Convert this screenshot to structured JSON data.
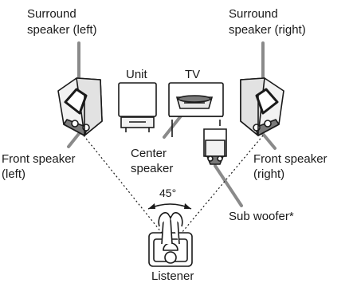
{
  "labels": {
    "surround_left": [
      "Surround",
      "speaker (left)"
    ],
    "surround_right": [
      "Surround",
      "speaker (right)"
    ],
    "unit": "Unit",
    "tv": "TV",
    "center": [
      "Center",
      "speaker"
    ],
    "front_left": [
      "Front speaker",
      "(left)"
    ],
    "front_right": [
      "Front speaker",
      "(right)"
    ],
    "subwoofer": "Sub woofer*",
    "angle": "45°",
    "listener": "Listener"
  },
  "icons": {
    "speaker": "speaker-icon",
    "unit": "av-unit-icon",
    "tv": "tv-icon",
    "subwoofer": "subwoofer-icon",
    "listener": "listener-icon"
  },
  "colors": {
    "line": "#1a1a1a",
    "leader": "#8a8a8a",
    "body_fill": "#f2f2f2",
    "shade": "#7a7a7a"
  }
}
